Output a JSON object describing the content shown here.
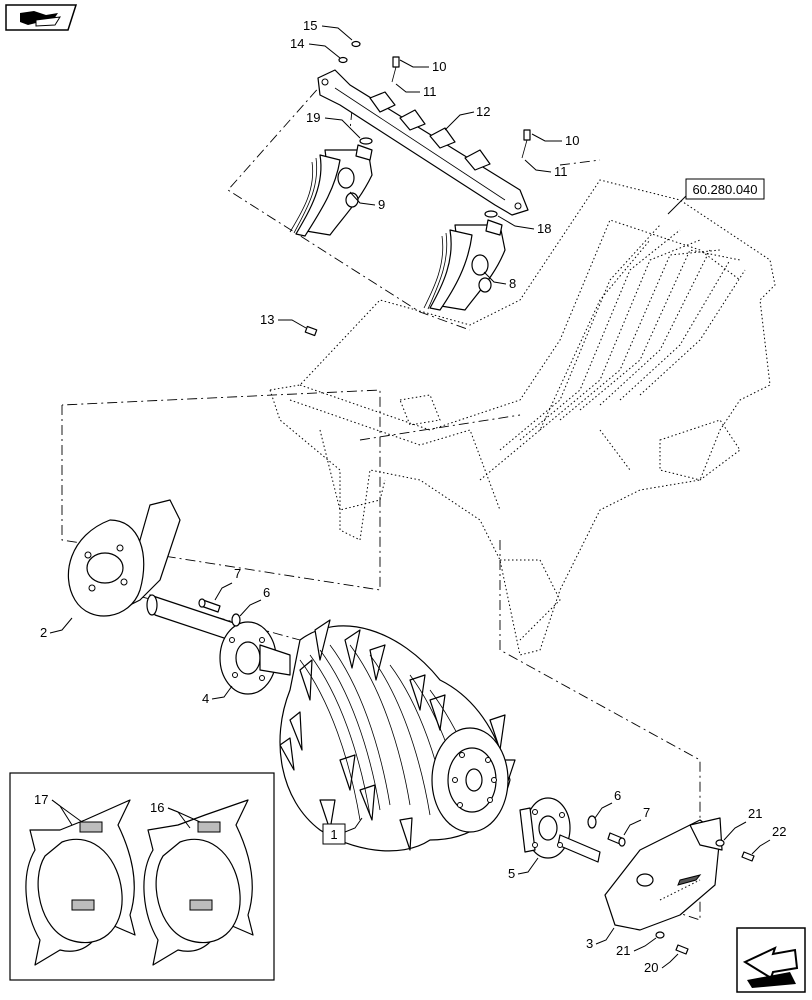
{
  "reference_box": "60.280.040",
  "parts": {
    "p1": "1",
    "p2": "2",
    "p3": "3",
    "p4": "4",
    "p5": "5",
    "p6a": "6",
    "p6b": "6",
    "p7a": "7",
    "p7b": "7",
    "p8": "8",
    "p9": "9",
    "p10a": "10",
    "p10b": "10",
    "p11a": "11",
    "p11b": "11",
    "p12": "12",
    "p13": "13",
    "p14": "14",
    "p15": "15",
    "p16": "16",
    "p17": "17",
    "p18": "18",
    "p19": "19",
    "p20": "20",
    "p21a": "21",
    "p21b": "21",
    "p22": "22"
  },
  "icons": {
    "top_left": "book-navigation-icon",
    "bottom_right": "next-page-arrow-icon"
  }
}
